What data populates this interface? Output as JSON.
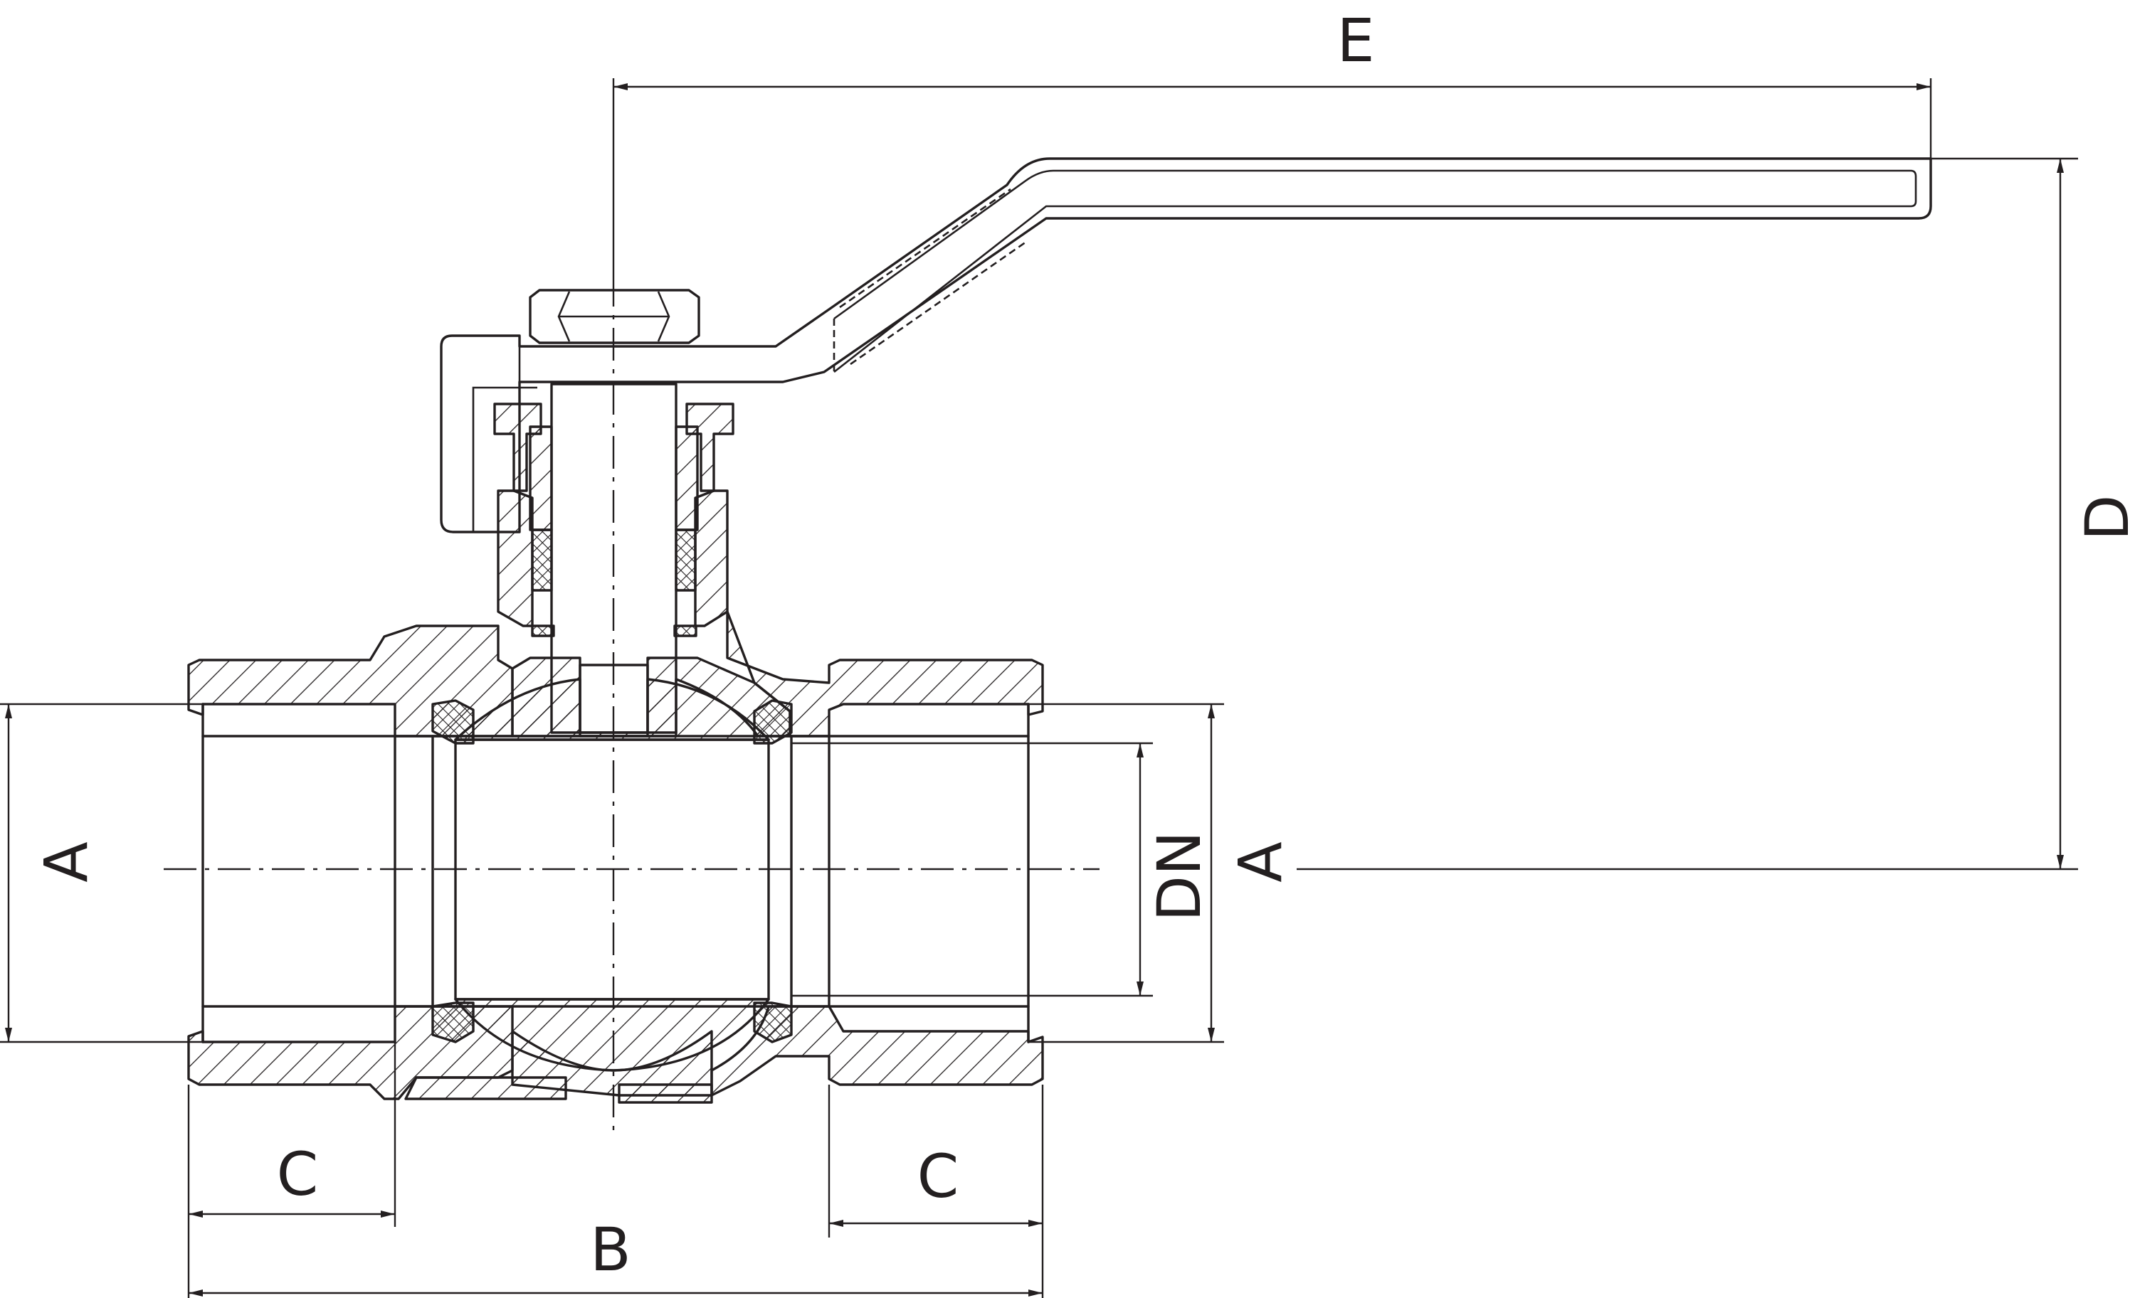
{
  "drawing": {
    "dimensions": {
      "a_left": "A",
      "a_right": "A",
      "dn": "DN",
      "b": "B",
      "c_left": "C",
      "c_right": "C",
      "d": "D",
      "e": "E"
    }
  }
}
